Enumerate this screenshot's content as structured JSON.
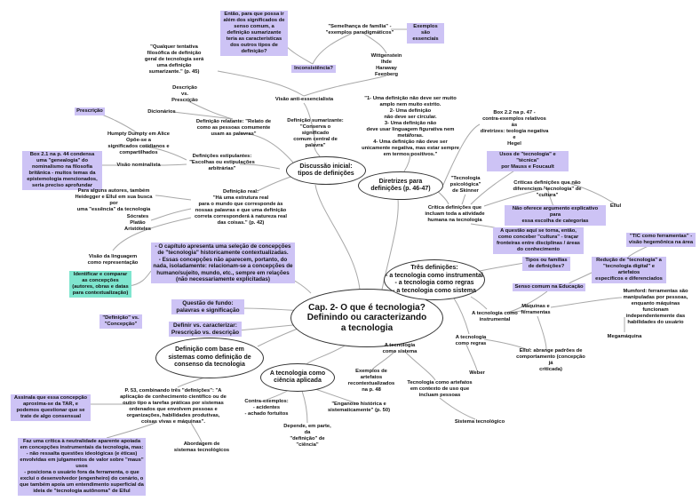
{
  "central": "Cap. 2- O que é tecnologia?\nDefinindo ou caracterizando\na tecnologia",
  "ellipses": {
    "discussao": "Discussão inicial:\ntipos de definições",
    "diretrizes": "Diretrizes para\ndefinições (p. 46-47)",
    "tres": "Três definições:\n- a tecnologia como instrumental\n- a tecnologia como regras\n- a tecnologia como sistema",
    "sistemas": "Definição com base em\nsistemas como definição de\nconsenso da tecnologia",
    "ciencia": "A tecnologia como\nciência aplicada"
  },
  "nodes": {
    "entao": "Então, para que possa ir além dos significados de senso comum, a definição sumarizante teria as características dos outros tipos de definição?",
    "qualquer": "\"Qualquer tentativa filosófica de definição geral de tecnologia será uma definição sumarizante.\" (p. 45)",
    "semelhanca": "\"Semelhança de família\" -\n\"exemplos paradigmáticos\"",
    "exemplos_essenciais": "Exemplos são\nessenciais",
    "inconsistencia": "Inconsistência?",
    "autores_anti": "Wittgenstein\nIhde\nHaraway\nFeenberg",
    "anti": "Visão anti-essencialista",
    "descricao": "Descrição\nvs.\nPrescrição",
    "dicionarios": "Dicionários",
    "prescricao": "Prescrição",
    "relatante": "Definição relatante: \"Relato de\ncomo as pessoas comumente\nusam as palavras\"",
    "sumarizante": "Definição sumarizante:\n\"Conserva o significado\ncomum central de\npalavra\"",
    "regras_def": "\"1- Uma definição não deve ser muito\namplo nem muito estrito.\n2- Uma definição\nnão deve ser circular.\n3- Uma definição não\ndeve usar linguagem figurativa nem\nmetáforas.\n4- Uma definição não deve ser\nunicamente negativa, mas estar sempre\nem termos positivos.\"",
    "box22": "Box 2.2 na p. 47 -\ncontra-exemplos relativos às\ndiretrizes: teologia negativa e\nHegel",
    "humpty": "Humpty Dumpty em Alice\nOpõe-se a\nsignificados cotidianos e compartilhados",
    "box21": "Box 2.1 na p. 44 condensa uma \"genealogia\" do nominalismo na filosofia britânica - muitos temas da epistemologia mencionados, seria preciso aprofundar",
    "nominalista": "Visão nominalista",
    "estipulantes": "Definições estipulantes:\n\"Escolhas ou estipulações\narbitrárias\"",
    "usos": "Usos de \"tecnologia\" e \"técnica\"\npor Mauss e Foucault",
    "skinner": "\"Tecnologia\npsicológica\"\nde Skinner",
    "criticas_cultura": "Críticas definições que não\ndiferenciem \"tecnologia\" de \"cultura\"",
    "critica_atividade": "Crítica definições que\nincluam toda a atividade\nhumana na tecnologia",
    "nao_oferece": "Não oferece argumento explicativo para\nessa escolha de categorias",
    "ellul": "Ellul",
    "heidegger": "Para alguns autores, também\nHeidegger e Ellul em sua busca por\numa \"essência\" da tecnologia",
    "real": "Definição real:\n\"Há uma estrutura real\npara o mundo que corresponde às\nnossas palavras e que uma definição\ncorreta corresponderá à natureza real\ndas coisas.\" (p. 42)",
    "socrates": "Sócrates\nPlatão\nAristóteles",
    "questao_cultura": "A questão aqui se torna, então, como conceber \"cultura\" - traçar fronteiras entre disciplinas / áreas do conhecimento",
    "tic": "\"TIC como ferramentas\" -\nvisão hegemônica na área",
    "linguagem": "Visão da linguagem\ncomo representação",
    "capitulo": "- O capítulo apresenta uma seleção de concepções de \"tecnologia\" historicamente contextualizadas.\n- Essas concepções não aparecem, portanto, do nada, isoladamente: relacionam-se a concepções de humano/sujeito, mundo, etc., sempre em relações (não necessariamente explicitadas)",
    "tipos": "Tipos ou famílias\nde definições?",
    "reducao": "Redução de \"tecnologia\" a\n\"tecnologia digital\" e artefatos\nespecíficos e diferenciados",
    "identificar": "Identificar e comparar as concepções (autores, obras e datas para contextualização)",
    "senso": "Senso comum na Educação",
    "mumford": "Mumford: ferramentas são\nmanipuladas por pessoas,\nenquanto máquinas funcionam\nindependentemente das\nhabilidades do usuário",
    "questao_fundo": "Questão de fundo:\npalavras e significação",
    "def_concepcao": "\"Definição\" vs.\n\"Concepção\"",
    "instrumental": "A tecnologia como\ninstrumental",
    "maquinas": "Máquinas e\nferramentas",
    "definir": "Definir vs. caracterizar:\nPrescrição vs. descrição",
    "megamaquina": "Megamáquina",
    "regras": "A tecnologia\ncomo regras",
    "ellul_padroes": "Ellul: abrange padrões de\ncomportamento (concepção já\ncriticada)",
    "sistema": "A tecnologia\ncomo sistema",
    "weber": "Weber",
    "exemplos_artefatos": "Exemplos de\nartefatos\nrecontextualizados\nna p. 48",
    "artefatos_contexto": "Tecnologia como artefatos\nem contexto de uso que\nincluam pessoas",
    "p53": "P. 53, combinando três \"definições\": \"A aplicação de conhecimento científico ou de outro tipo a tarefas práticas por sistemas ordenados que envolvem pessoas e organizações, habilidades produtivas, coisas vivas e máquinas\".",
    "assinala": "Assinala que essa concepção aproxima-se da TAR, e podemos questionar que se trate de algo consensual",
    "contra": "Contra-exemplos:\n- acidentes\n- achado fortuitos",
    "enganoso": "\"Enganoso histórica e\nsistematicamente\" (p. 50)",
    "depende": "Depende, em parte, da\n\"definição\" de\n\"ciência\"",
    "abordagem": "Abordagem de\nsistemas tecnológicos",
    "sistema_tec": "Sistema tecnológico",
    "faz_critica": "Faz uma crítica à neutralidade aparente apoiada em concepções instrumentais da tecnologia, mas:\n- não ressalta questões ideológicas (e éticas) envolvidas em julgamentos de valor sobre \"maus\" usos\n- posiciona o usuário fora da ferramenta, o que exclui o desenvolvedor (engenheiro) do cenário, o que também apoia um entendimento superficial da ideia de \"tecnologia autônoma\" de Ellul"
  },
  "colors": {
    "highlight": "#cdc3f5",
    "accent": "#7fe6cf",
    "line": "#aaaaaa"
  }
}
